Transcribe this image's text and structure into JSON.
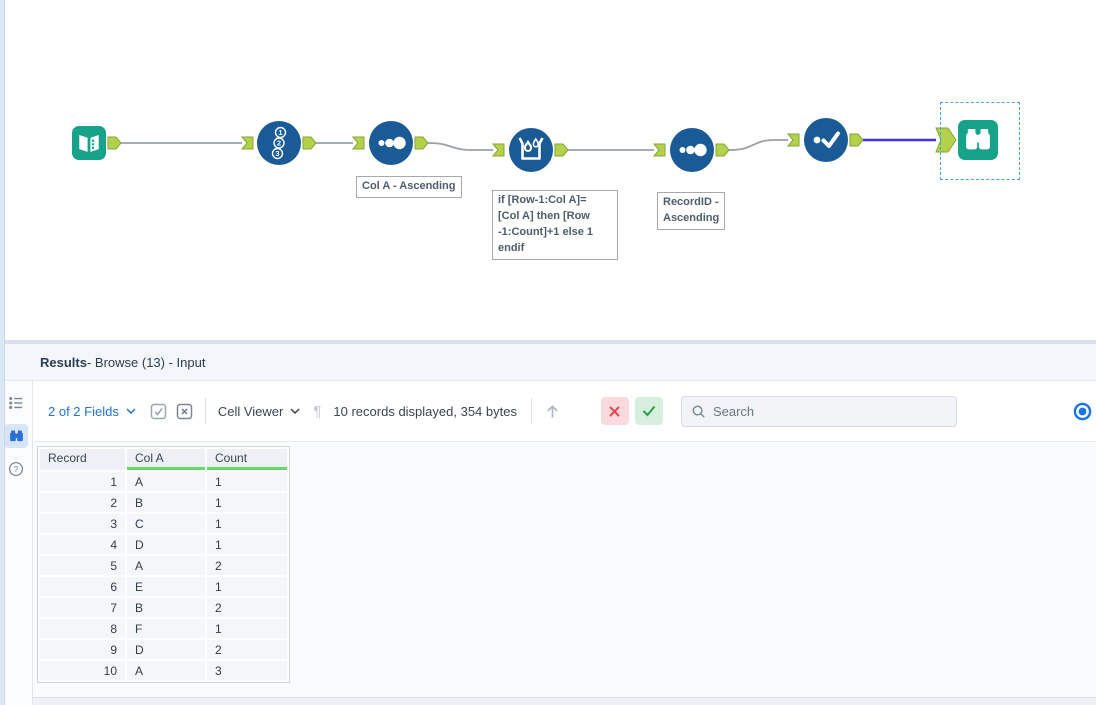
{
  "workflow": {
    "tools": [
      {
        "id": "input-data",
        "type": "input-data"
      },
      {
        "id": "record-id",
        "type": "record-id",
        "digits": [
          "1",
          "2",
          "3"
        ]
      },
      {
        "id": "sort-1",
        "type": "sort",
        "annotation": "Col A - Ascending"
      },
      {
        "id": "multi-row-formula",
        "type": "multi-row-formula",
        "annotation": "if [Row-1:Col A]=\n[Col A] then [Row\n-1:Count]+1 else 1\nendif"
      },
      {
        "id": "sort-2",
        "type": "sort",
        "annotation": "RecordID -\nAscending"
      },
      {
        "id": "select",
        "type": "select"
      },
      {
        "id": "browse",
        "type": "browse",
        "selected": true
      }
    ]
  },
  "results": {
    "header": {
      "title": "Results",
      "suffix": " - Browse (13) - Input"
    },
    "toolbar": {
      "fields_label": "2 of 2 Fields",
      "cell_viewer_label": "Cell Viewer",
      "records_info": "10 records displayed, 354 bytes",
      "search_placeholder": "Search"
    },
    "table": {
      "headers": [
        "Record",
        "Col A",
        "Count"
      ],
      "sorted_columns": [
        "Col A",
        "Count"
      ],
      "rows": [
        [
          "1",
          "A",
          "1"
        ],
        [
          "2",
          "B",
          "1"
        ],
        [
          "3",
          "C",
          "1"
        ],
        [
          "4",
          "D",
          "1"
        ],
        [
          "5",
          "A",
          "2"
        ],
        [
          "6",
          "E",
          "1"
        ],
        [
          "7",
          "B",
          "2"
        ],
        [
          "8",
          "F",
          "1"
        ],
        [
          "9",
          "D",
          "2"
        ],
        [
          "10",
          "A",
          "3"
        ]
      ]
    }
  },
  "colors": {
    "tool_blue": "#1a5a96",
    "tool_teal": "#17a28a",
    "anchor_green": "#b4d14b",
    "connection_gray": "#9aa0a6",
    "selected_connection_blue": "#3b2ffc",
    "selection_dash_blue": "#4aa0ee",
    "link_blue": "#2274cf",
    "sorted_field_green": "#66d96e",
    "cancel_red": "#e5484d",
    "confirm_green": "#2a9d4e"
  }
}
